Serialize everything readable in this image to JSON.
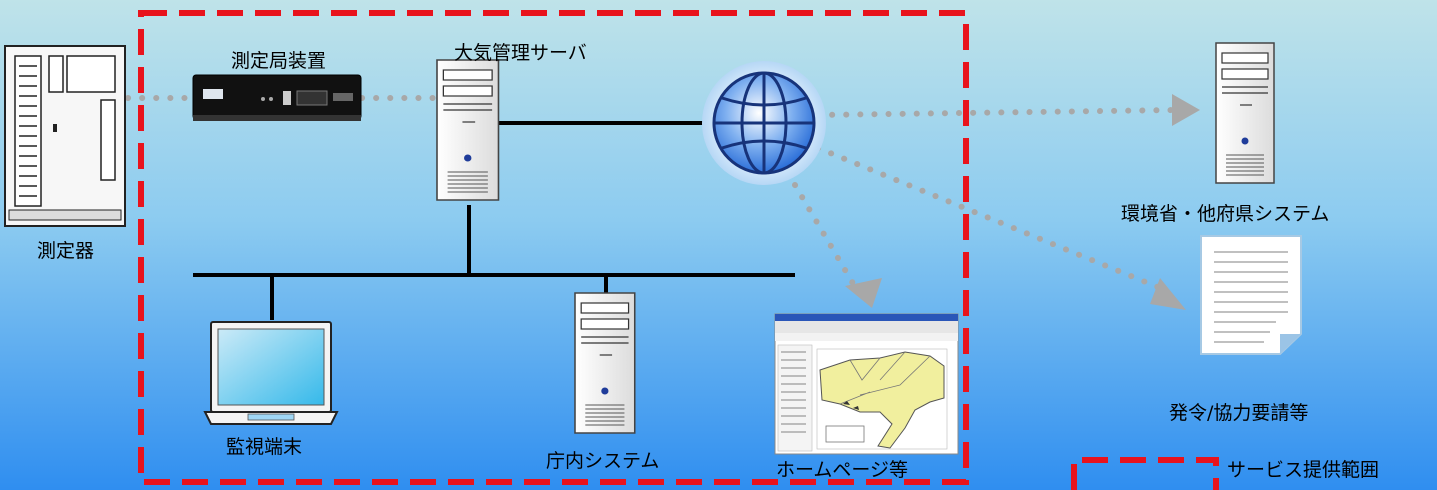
{
  "labels": {
    "measuring_device": "測定器",
    "station_device": "測定局装置",
    "air_server": "大気管理サーバ",
    "monitor_terminal": "監視端末",
    "internal_system": "庁内システム",
    "homepage": "ホームページ等",
    "ministry_system": "環境省・他府県システム",
    "request": "発令/協力要請等",
    "legend_service": "サービス提供範囲"
  },
  "colors": {
    "service_boundary": "#e8131c",
    "link_dotted": "#a8a8a8",
    "network_line": "#000000"
  },
  "icons": [
    "measuring-device-icon",
    "station-device-icon",
    "server-icon",
    "globe-icon",
    "laptop-icon",
    "web-page-icon",
    "document-icon"
  ]
}
